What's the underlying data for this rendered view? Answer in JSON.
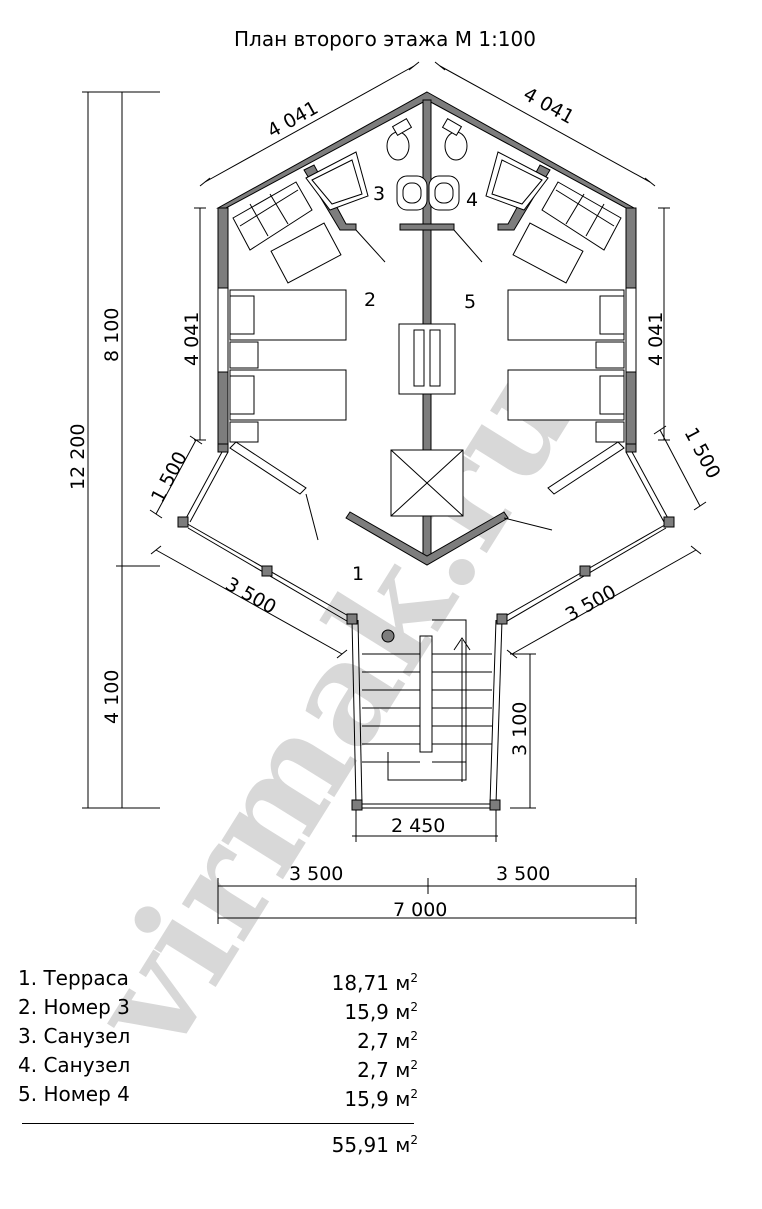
{
  "title": "План второго этажа М 1:100",
  "watermark": "virmak.ru",
  "dimensions": {
    "upper_left_diag": "4 041",
    "upper_right_diag": "4 041",
    "left_wall": "4 041",
    "right_wall": "4 041",
    "left_small": "1 500",
    "right_small": "1 500",
    "lower_left_diag": "3 500",
    "lower_right_diag": "3 500",
    "total_height": "12 200",
    "upper_height": "8 100",
    "lower_height": "4 100",
    "stair_height": "3 100",
    "stair_width": "2 450",
    "half_width_left": "3 500",
    "half_width_right": "3 500",
    "total_width": "7 000"
  },
  "room_numbers": [
    "1",
    "2",
    "3",
    "4",
    "5"
  ],
  "rooms": [
    {
      "name": "1. Терраса",
      "area": "18,71 м",
      "unit_sup": "2"
    },
    {
      "name": "2. Номер 3",
      "area": "15,9 м",
      "unit_sup": "2"
    },
    {
      "name": "3. Санузел",
      "area": "2,7 м",
      "unit_sup": "2"
    },
    {
      "name": "4. Санузел",
      "area": "2,7 м",
      "unit_sup": "2"
    },
    {
      "name": "5. Номер 4",
      "area": "15,9 м",
      "unit_sup": "2"
    }
  ],
  "total": {
    "area": "55,91 м",
    "unit_sup": "2"
  },
  "colors": {
    "wall": "#7d7d7d",
    "line": "#000000",
    "watermark": "#d8d8d8"
  }
}
